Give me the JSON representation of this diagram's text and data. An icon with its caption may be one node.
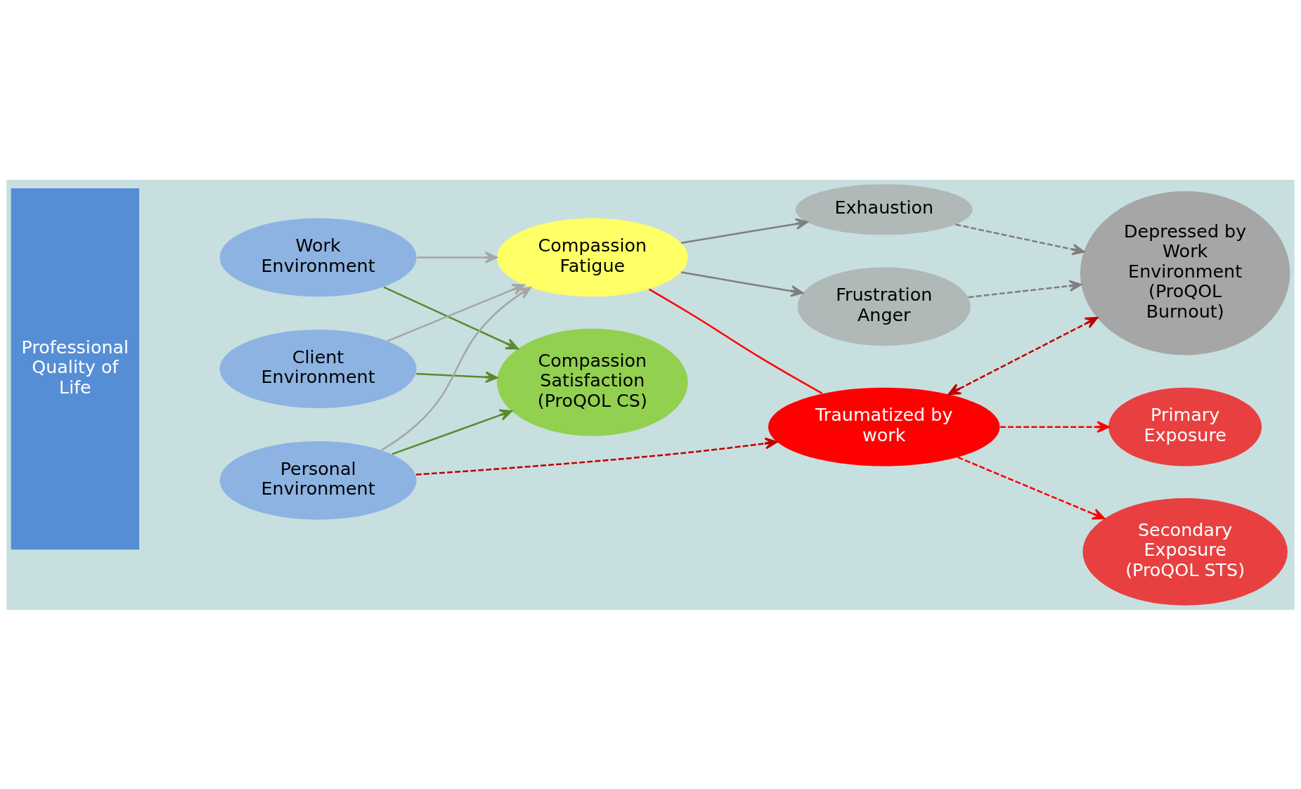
{
  "diagram": {
    "nodes": [
      {
        "text": [
          "Professional Quality of Life"
        ]
      },
      {
        "text": [
          "Work Environment"
        ]
      },
      {
        "text": [
          "Client Environment"
        ]
      },
      {
        "text": [
          "Personal Environment"
        ]
      },
      {
        "text": [
          "Compassion Satisfaction (ProQOL CS)"
        ]
      },
      {
        "text": [
          "Compassion Fatigue"
        ]
      },
      {
        "text": [
          "Exhaustion"
        ]
      },
      {
        "text": [
          "Frustration Anger"
        ]
      },
      {
        "text": [
          "Depressed by Work Environment (ProQOL Burnout)"
        ]
      },
      {
        "text": [
          "Traumatized by work"
        ]
      },
      {
        "text": [
          "Secondary Exposure (ProQOL STS)"
        ]
      },
      {
        "text": [
          "Primary Exposure"
        ]
      }
    ],
    "edges": [
      {
        "from": 1,
        "to": 4,
        "arrow": "to",
        "color": "#5b8a2e"
      },
      {
        "from": 1,
        "to": 5,
        "arrow": "to"
      },
      {
        "from": 2,
        "to": 4,
        "arrow": "to",
        "color": "#5b8a2e"
      },
      {
        "from": 2,
        "to": 5,
        "arrow": "to"
      },
      {
        "from": 3,
        "to": 4,
        "arrow": "to",
        "color": "#5b8a2e"
      },
      {
        "from": 3,
        "to": 5,
        "arrow": "to"
      },
      {
        "from": 3,
        "to": 9,
        "arrow": "to",
        "style": "dashed",
        "color": "#c00000"
      },
      {
        "from": 5,
        "to": 6,
        "arrow": "to",
        "color": "#7f7f7f"
      },
      {
        "from": 5,
        "to": 7,
        "arrow": "to",
        "color": "#7f7f7f"
      },
      {
        "from": 6,
        "to": 8,
        "arrow": "to",
        "style": "dashed",
        "color": "#7f7f7f"
      },
      {
        "from": 7,
        "to": 8,
        "arrow": "to",
        "style": "dashed",
        "color": "#7f7f7f"
      },
      {
        "from": 5,
        "to": 9,
        "arrow": "none",
        "color": "#ff0000"
      },
      {
        "from": 9,
        "to": 8,
        "arrow": "both",
        "style": "dashed",
        "color": "#c00000"
      },
      {
        "from": 9,
        "to": 10,
        "arrow": "to",
        "style": "dashed",
        "color": "#ff0000"
      },
      {
        "from": 9,
        "to": 11,
        "arrow": "to",
        "style": "dashed",
        "color": "#ff0000"
      }
    ]
  }
}
